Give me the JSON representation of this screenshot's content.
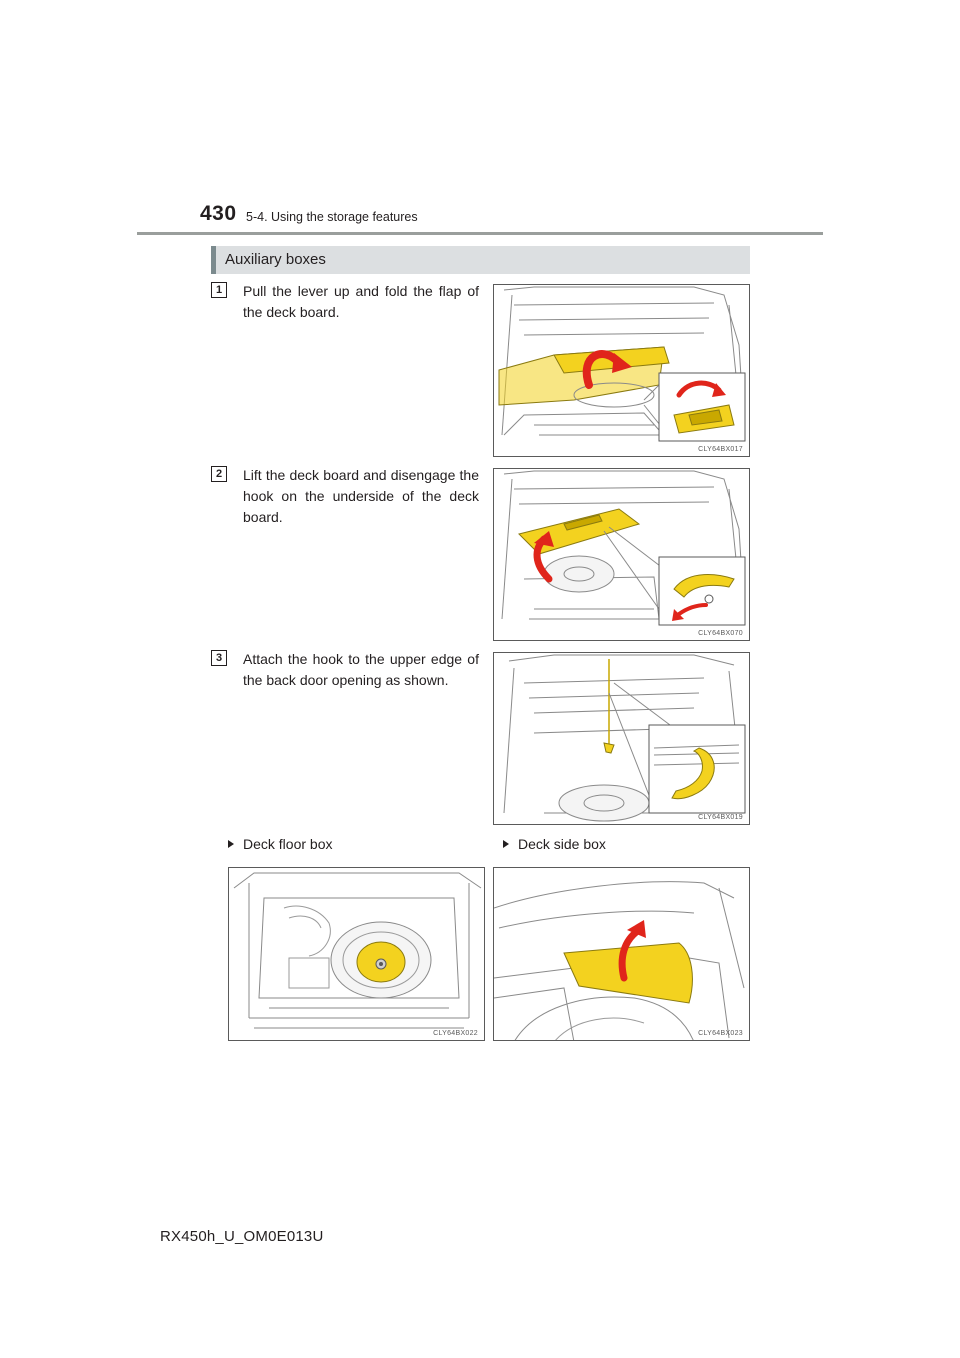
{
  "header": {
    "page_number": "430",
    "section_title": "5-4. Using the storage features"
  },
  "section": {
    "title": "Auxiliary boxes"
  },
  "steps": [
    {
      "number": "1",
      "text": "Pull the lever up and fold the flap of the deck board.",
      "image_code": "CLY64BX017"
    },
    {
      "number": "2",
      "text": "Lift the deck board and disengage the hook on the underside of the deck board.",
      "image_code": "CLY64BX070"
    },
    {
      "number": "3",
      "text": "Attach the hook to the upper edge of the back door opening as shown.",
      "image_code": "CLY64BX019"
    }
  ],
  "boxes": [
    {
      "caption": "Deck floor box",
      "image_code": "CLY64BX022"
    },
    {
      "caption": "Deck side box",
      "image_code": "CLY64BX023"
    }
  ],
  "footer": {
    "model_code": "RX450h_U_OM0E013U"
  },
  "colors": {
    "highlight_yellow": "#f3d21f",
    "arrow_red": "#e0251b",
    "line_gray": "#5a5a5a",
    "section_bar": "#dcdfe1"
  }
}
